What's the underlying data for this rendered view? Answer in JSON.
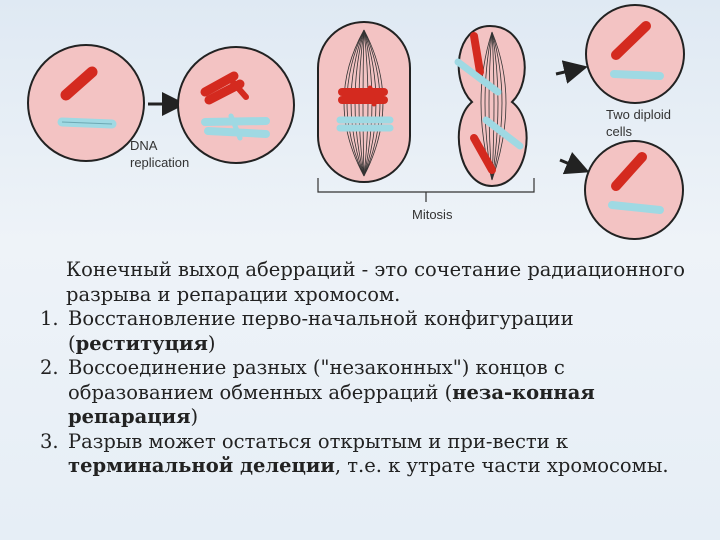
{
  "diagram": {
    "labels": {
      "dna_replication_line1": "DNA",
      "dna_replication_line2": "replication",
      "mitosis": "Mitosis",
      "diploid_line1": "Two diploid",
      "diploid_line2": "cells"
    },
    "colors": {
      "cell_fill": "#f3c3c3",
      "cell_stroke": "#222222",
      "chromosome_red": "#d42a1f",
      "chromosome_blue": "#9fd9e3",
      "spindle": "#333333"
    }
  },
  "text": {
    "intro": "Конечный выход аберраций - это сочетание радиационного разрыва и репарации хромосом.",
    "items": [
      {
        "number": "1.",
        "before": "Восстановление перво-начальной конфигурации (",
        "bold": "реституция",
        "after": ")"
      },
      {
        "number": "2.",
        "before": "Воссоединение разных (\"незаконных\") концов с образованием обменных аберраций (",
        "bold": "неза-конная репарация",
        "after": ")"
      },
      {
        "number": "3.",
        "before": "Разрыв может остаться открытым и при-вести к ",
        "bold": "терминальной делеции",
        "after": ", т.е. к утрате части хромосомы."
      }
    ]
  }
}
